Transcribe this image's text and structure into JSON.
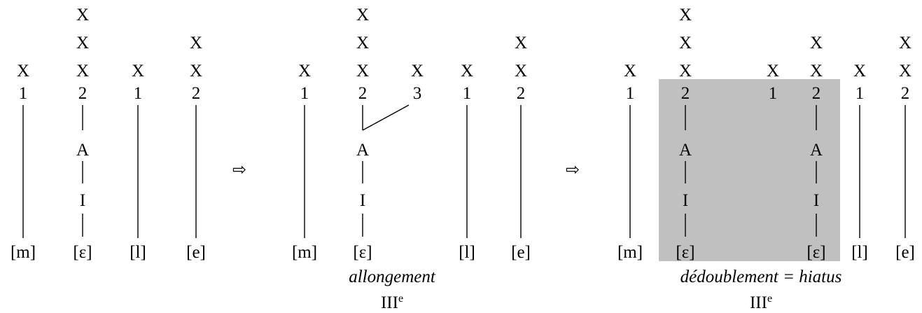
{
  "shade_color": "#c0c0c0",
  "arrow_glyph": "⇨",
  "skeletal_symbol": "X",
  "element_A": "A",
  "element_I": "I",
  "panel_1": {
    "columns": [
      {
        "segment": "[m]",
        "level": "1"
      },
      {
        "segment": "[ɛ]",
        "level": "2"
      },
      {
        "segment": "[l]",
        "level": "1"
      },
      {
        "segment": "[e]",
        "level": "2"
      }
    ]
  },
  "panel_2": {
    "columns": [
      {
        "segment": "[m]",
        "level": "1"
      },
      {
        "segment": "[ɛ]",
        "level": "2"
      },
      {
        "level": "3"
      },
      {
        "segment": "[l]",
        "level": "1"
      },
      {
        "segment": "[e]",
        "level": "2"
      }
    ],
    "caption": "allongement",
    "label_main": "III",
    "label_sup": "e"
  },
  "panel_3": {
    "columns": [
      {
        "segment": "[m]",
        "level": "1"
      },
      {
        "segment": "[ɛ]",
        "level": "2"
      },
      {
        "level": "1"
      },
      {
        "segment": "[ɛ]",
        "level": "2"
      },
      {
        "segment": "[l]",
        "level": "1"
      },
      {
        "segment": "[e]",
        "level": "2"
      }
    ],
    "caption": "dédoublement = hiatus",
    "label_main": "III",
    "label_sup": "e"
  }
}
